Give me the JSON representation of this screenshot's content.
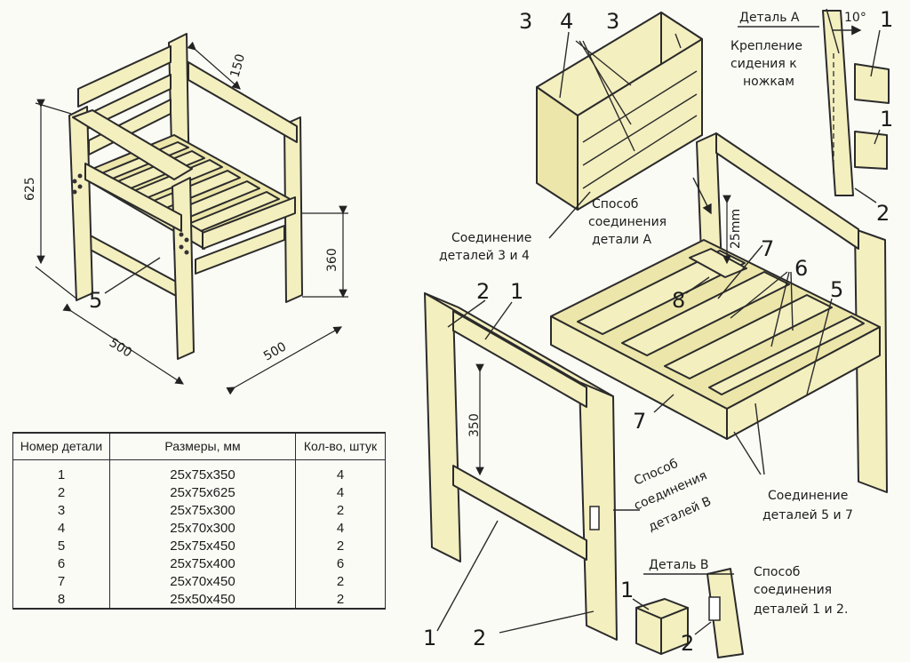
{
  "dimensions": {
    "d150": "150",
    "d625": "625",
    "d360": "360",
    "d500a": "500",
    "d500b": "500",
    "d350": "350",
    "d25": "25mm",
    "angle": "10°"
  },
  "callouts": {
    "left_5": "5",
    "b3a": "3",
    "b4": "4",
    "b3b": "3",
    "f2": "2",
    "f1": "1",
    "s7top": "7",
    "s8": "8",
    "s6": "6",
    "s5": "5",
    "s7bot": "7",
    "f1bot": "1",
    "f2bot": "2",
    "dA_1a": "1",
    "dA_1b": "1",
    "dA_2": "2",
    "dB_1": "1",
    "dB_2": "2"
  },
  "notes": {
    "detail_a_title": "Деталь А",
    "detail_a_l1": "Крепление",
    "detail_a_l2": "сидения к",
    "detail_a_l3": "ножкам",
    "conn34_l1": "Соединение",
    "conn34_l2": "деталей 3 и 4",
    "methodA_l1": "Способ",
    "methodA_l2": "соединения",
    "methodA_l3": "детали А",
    "methodB_l1": "Способ",
    "methodB_l2": "соединения",
    "methodB_l3": "деталей В",
    "conn57_l1": "Соединение",
    "conn57_l2": "деталей 5 и 7",
    "detail_b_title": "Деталь В",
    "conn12_l1": "Способ",
    "conn12_l2": "соединения",
    "conn12_l3": "деталей 1 и 2."
  },
  "table": {
    "headers": {
      "part": "Номер детали",
      "size": "Размеры, мм",
      "qty": "Кол-во, штук"
    },
    "rows": [
      {
        "part": "1",
        "size": "25x75x350",
        "qty": "4"
      },
      {
        "part": "2",
        "size": "25x75x625",
        "qty": "4"
      },
      {
        "part": "3",
        "size": "25x75x300",
        "qty": "2"
      },
      {
        "part": "4",
        "size": "25x70x300",
        "qty": "4"
      },
      {
        "part": "5",
        "size": "25x75x450",
        "qty": "2"
      },
      {
        "part": "6",
        "size": "25x75x400",
        "qty": "6"
      },
      {
        "part": "7",
        "size": "25x70x450",
        "qty": "2"
      },
      {
        "part": "8",
        "size": "25x50x450",
        "qty": "2"
      }
    ]
  }
}
